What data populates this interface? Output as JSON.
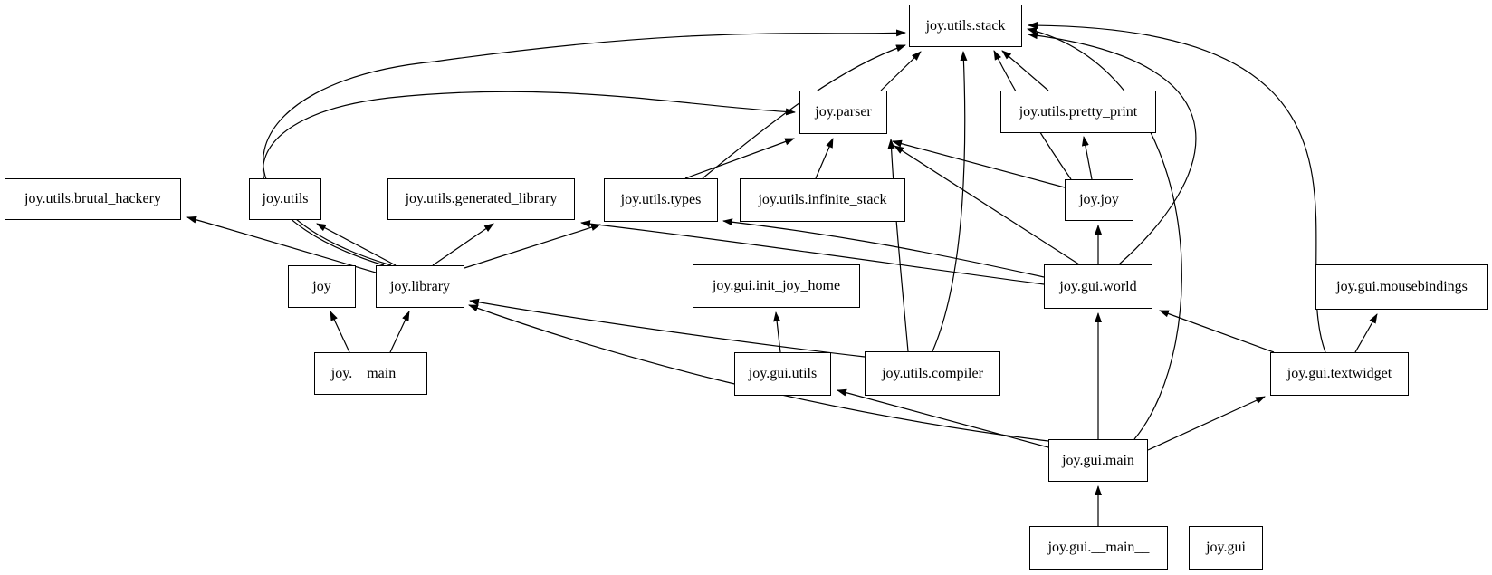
{
  "diagram": {
    "kind": "module-dependency-graph",
    "package": "joy",
    "colors": {
      "background": "#ffffff",
      "node_border": "#000000",
      "node_fill": "#ffffff",
      "edge": "#000000",
      "text": "#000000"
    },
    "nodes": [
      {
        "id": "joy.utils.stack",
        "label": "joy.utils.stack"
      },
      {
        "id": "joy.parser",
        "label": "joy.parser"
      },
      {
        "id": "joy.utils.pretty_print",
        "label": "joy.utils.pretty_print"
      },
      {
        "id": "joy.utils.brutal_hackery",
        "label": "joy.utils.brutal_hackery"
      },
      {
        "id": "joy.utils",
        "label": "joy.utils"
      },
      {
        "id": "joy.utils.generated_library",
        "label": "joy.utils.generated_library"
      },
      {
        "id": "joy.utils.types",
        "label": "joy.utils.types"
      },
      {
        "id": "joy.utils.infinite_stack",
        "label": "joy.utils.infinite_stack"
      },
      {
        "id": "joy.joy",
        "label": "joy.joy"
      },
      {
        "id": "joy",
        "label": "joy"
      },
      {
        "id": "joy.library",
        "label": "joy.library"
      },
      {
        "id": "joy.gui.init_joy_home",
        "label": "joy.gui.init_joy_home"
      },
      {
        "id": "joy.gui.world",
        "label": "joy.gui.world"
      },
      {
        "id": "joy.gui.mousebindings",
        "label": "joy.gui.mousebindings"
      },
      {
        "id": "joy.__main__",
        "label": "joy.__main__"
      },
      {
        "id": "joy.gui.utils",
        "label": "joy.gui.utils"
      },
      {
        "id": "joy.utils.compiler",
        "label": "joy.utils.compiler"
      },
      {
        "id": "joy.gui.textwidget",
        "label": "joy.gui.textwidget"
      },
      {
        "id": "joy.gui.main",
        "label": "joy.gui.main"
      },
      {
        "id": "joy.gui.__main__",
        "label": "joy.gui.__main__"
      },
      {
        "id": "joy.gui",
        "label": "joy.gui"
      }
    ],
    "edges": [
      {
        "from": "joy.__main__",
        "to": "joy"
      },
      {
        "from": "joy.__main__",
        "to": "joy.library"
      },
      {
        "from": "joy.joy",
        "to": "joy.parser"
      },
      {
        "from": "joy.joy",
        "to": "joy.utils.stack"
      },
      {
        "from": "joy.joy",
        "to": "joy.utils.pretty_print"
      },
      {
        "from": "joy.library",
        "to": "joy.utils.brutal_hackery"
      },
      {
        "from": "joy.library",
        "to": "joy.utils"
      },
      {
        "from": "joy.library",
        "to": "joy.utils.generated_library"
      },
      {
        "from": "joy.library",
        "to": "joy.utils.types"
      },
      {
        "from": "joy.library",
        "to": "joy.parser"
      },
      {
        "from": "joy.library",
        "to": "joy.utils.stack"
      },
      {
        "from": "joy.parser",
        "to": "joy.utils.stack"
      },
      {
        "from": "joy.utils.pretty_print",
        "to": "joy.utils.stack"
      },
      {
        "from": "joy.utils.types",
        "to": "joy.parser"
      },
      {
        "from": "joy.utils.types",
        "to": "joy.utils.stack"
      },
      {
        "from": "joy.utils.infinite_stack",
        "to": "joy.parser"
      },
      {
        "from": "joy.utils.compiler",
        "to": "joy.parser"
      },
      {
        "from": "joy.utils.compiler",
        "to": "joy.utils.stack"
      },
      {
        "from": "joy.utils.compiler",
        "to": "joy.library"
      },
      {
        "from": "joy.gui.world",
        "to": "joy.joy"
      },
      {
        "from": "joy.gui.world",
        "to": "joy.parser"
      },
      {
        "from": "joy.gui.world",
        "to": "joy.utils.stack"
      },
      {
        "from": "joy.gui.world",
        "to": "joy.utils.types"
      },
      {
        "from": "joy.gui.world",
        "to": "joy.utils.generated_library"
      },
      {
        "from": "joy.gui.utils",
        "to": "joy.gui.init_joy_home"
      },
      {
        "from": "joy.gui.textwidget",
        "to": "joy.utils.stack"
      },
      {
        "from": "joy.gui.textwidget",
        "to": "joy.gui.world"
      },
      {
        "from": "joy.gui.textwidget",
        "to": "joy.gui.mousebindings"
      },
      {
        "from": "joy.gui.main",
        "to": "joy.gui.world"
      },
      {
        "from": "joy.gui.main",
        "to": "joy.gui.textwidget"
      },
      {
        "from": "joy.gui.main",
        "to": "joy.gui.utils"
      },
      {
        "from": "joy.gui.main",
        "to": "joy.library"
      },
      {
        "from": "joy.gui.main",
        "to": "joy.utils.stack"
      },
      {
        "from": "joy.gui.__main__",
        "to": "joy.gui.main"
      }
    ]
  }
}
